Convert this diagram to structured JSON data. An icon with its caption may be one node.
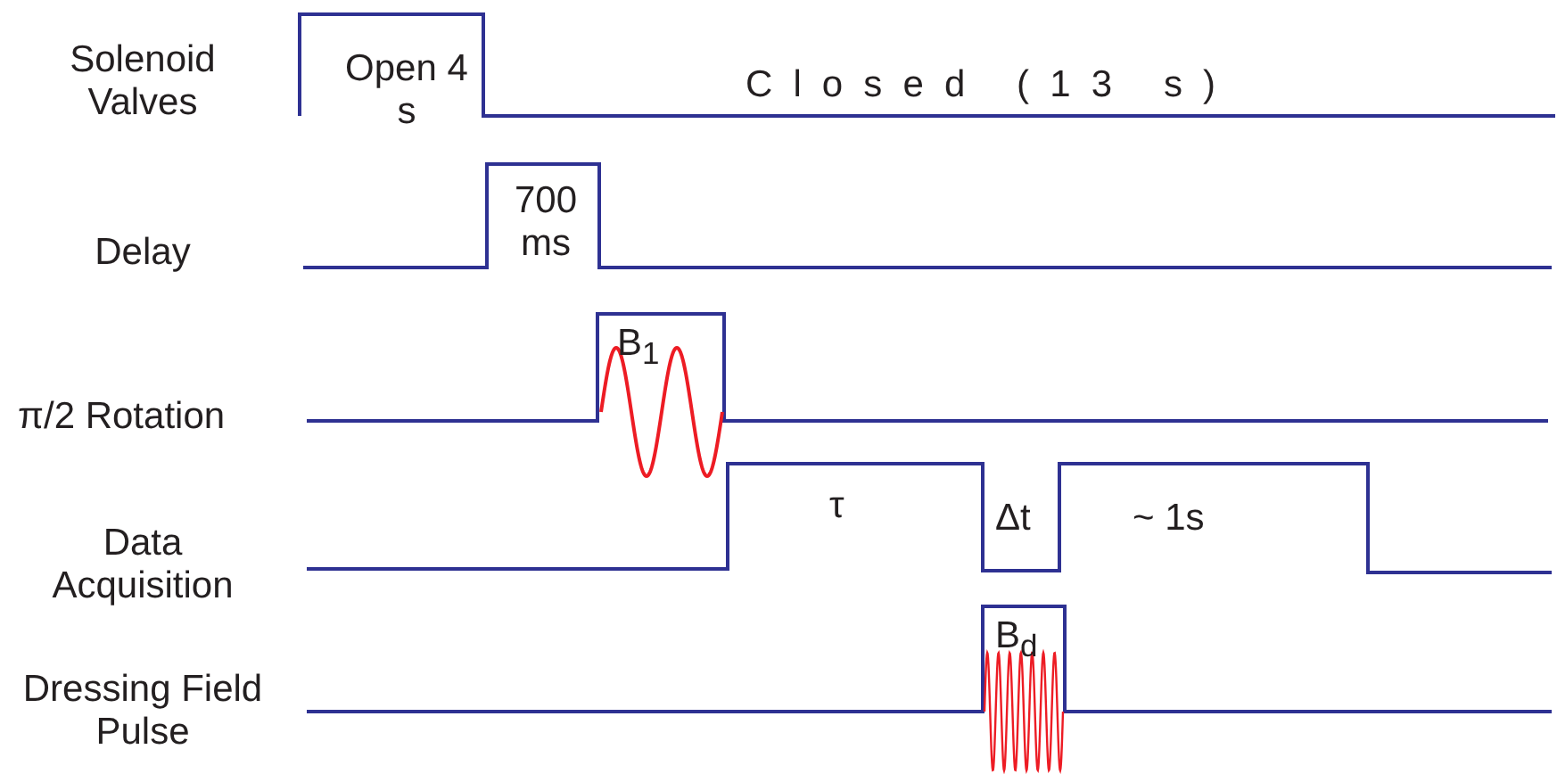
{
  "diagram": {
    "labels": [
      "Solenoid Valves",
      "Open 4 s",
      "Closed (13 s)",
      "Delay",
      "700 ms",
      "π/2  Rotation",
      "B$_{1}$",
      "Data Acquisition",
      "τ",
      "Δt",
      "~ 1s",
      "Dressing Field Pulse",
      "B$_{d}$"
    ]
  }
}
